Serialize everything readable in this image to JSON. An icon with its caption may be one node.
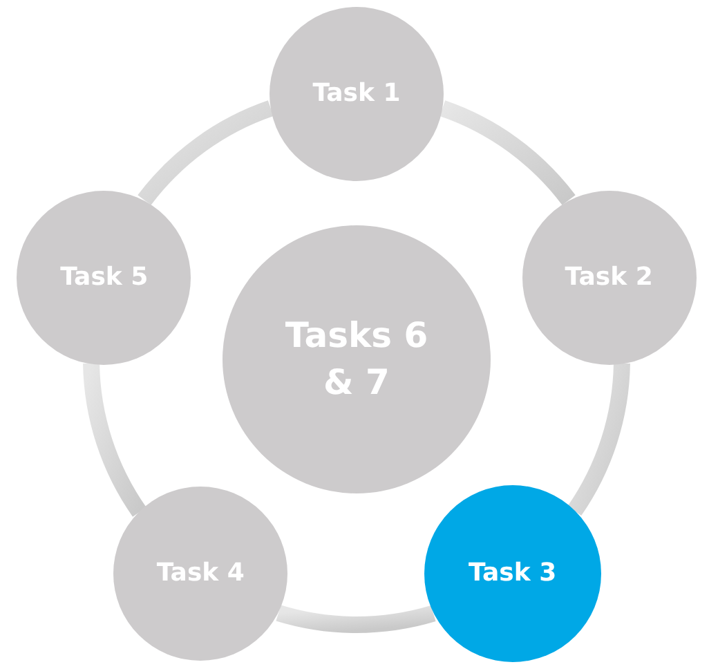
{
  "diagram": {
    "nodes": [
      {
        "text": [
          "Task 1"
        ]
      },
      {
        "text": [
          "Task 5"
        ]
      },
      {
        "text": [
          "Tasks 6 & 7"
        ]
      },
      {
        "text": [
          "Task 2"
        ]
      },
      {
        "text": [
          "Task 4"
        ]
      },
      {
        "text": [
          "Task 3"
        ]
      }
    ],
    "edges": [
      {
        "from": 0,
        "to": 3,
        "arrow": "none"
      },
      {
        "from": 3,
        "to": 5,
        "arrow": "none"
      },
      {
        "from": 5,
        "to": 4,
        "arrow": "none"
      },
      {
        "from": 4,
        "to": 1,
        "arrow": "none"
      },
      {
        "from": 1,
        "to": 0,
        "arrow": "none"
      }
    ]
  }
}
